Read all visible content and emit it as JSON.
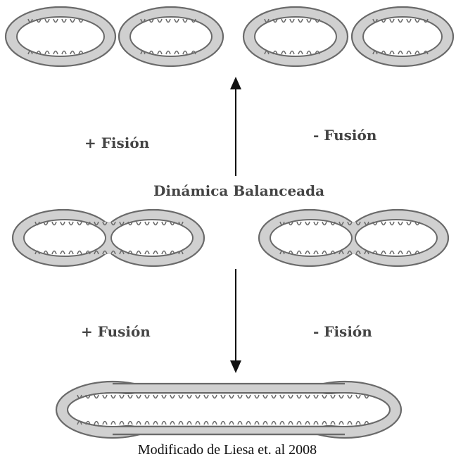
{
  "labels": {
    "plus_fision": "+ Fisión",
    "minus_fusion": "- Fusión",
    "balanced": "Dinámica Balanceada",
    "plus_fusion": "+ Fusión",
    "minus_fision": "- Fisión"
  },
  "caption": "Modificado de Liesa et. al 2008",
  "colors": {
    "membrane": "#d0d0d0",
    "outline": "#6a6a6a",
    "text": "#444444"
  }
}
